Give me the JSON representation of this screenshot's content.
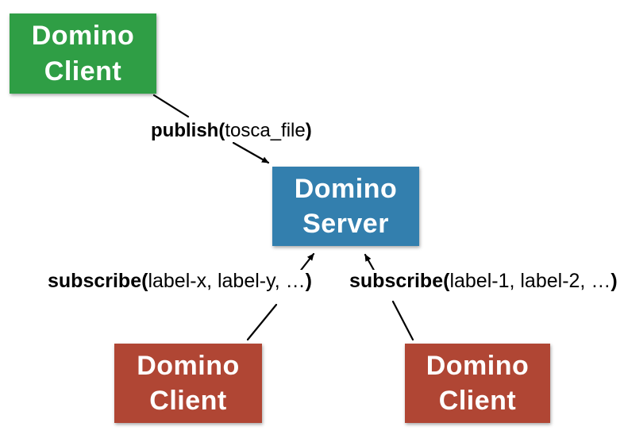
{
  "nodes": {
    "client_top": {
      "label_line1": "Domino",
      "label_line2": "Client",
      "color": "#2f9e45"
    },
    "server": {
      "label_line1": "Domino",
      "label_line2": "Server",
      "color": "#337fae"
    },
    "client_bottom_left": {
      "label_line1": "Domino",
      "label_line2": "Client",
      "color": "#b04634"
    },
    "client_bottom_right": {
      "label_line1": "Domino",
      "label_line2": "Client",
      "color": "#b04634"
    }
  },
  "edges": {
    "publish": {
      "bold_open": "publish(",
      "args": "tosca_file",
      "bold_close": ")"
    },
    "subscribe_left": {
      "bold_open": "subscribe(",
      "args": "label-x, label-y, …",
      "bold_close": ")"
    },
    "subscribe_right": {
      "bold_open": "subscribe(",
      "args": "label-1, label-2, …",
      "bold_close": ")"
    }
  },
  "colors": {
    "client_green": "#2f9e45",
    "server_blue": "#337fae",
    "client_red": "#b04634",
    "arrow": "#000000",
    "node_text": "#ffffff",
    "background": "#ffffff"
  }
}
